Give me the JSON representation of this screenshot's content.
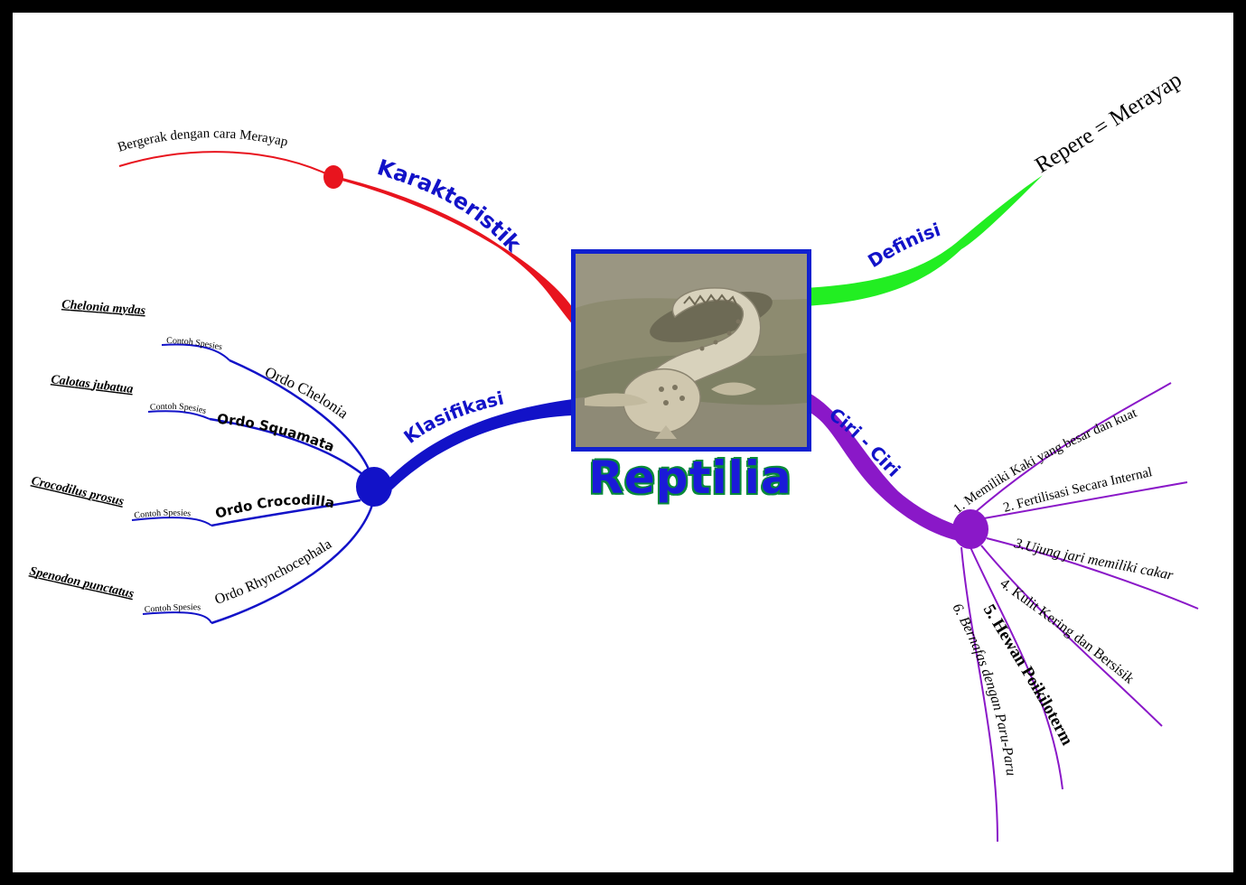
{
  "center": {
    "title": "Reptilia",
    "image_subject": "crocodile",
    "frame_color": "#1020d0"
  },
  "branches": {
    "karakteristik": {
      "label": "Karakteristik",
      "color": "#e8141e",
      "leaf": "Bergerak dengan cara Merayap"
    },
    "definisi": {
      "label": "Definisi",
      "color": "#22ee22",
      "leaf": "Repere = Merayap"
    },
    "klasifikasi": {
      "label": "Klasifikasi",
      "color": "#1212c8",
      "example_label": "Contoh Spesies",
      "orders": [
        {
          "order": "Ordo Chelonia",
          "species": "Chelonia mydas"
        },
        {
          "order": "Ordo Squamata",
          "species": "Calotas jubatua"
        },
        {
          "order": "Ordo Crocodilla",
          "species": "Crocodilus prosus"
        },
        {
          "order": "Ordo Rhynchocephala",
          "species": "Spenodon punctatus"
        }
      ]
    },
    "ciri": {
      "label": "Ciri - Ciri",
      "color": "#8a18c8",
      "items": [
        "1. Memiliki Kaki yang besar dan kuat",
        "2. Fertilisasi Secara Internal",
        "3.Ujung jari memiliki cakar",
        "4. Kulit Kering dan Bersisik",
        "5. Hewan Poikiloterm",
        "6. Bernafas dengan Paru-Paru"
      ]
    }
  }
}
